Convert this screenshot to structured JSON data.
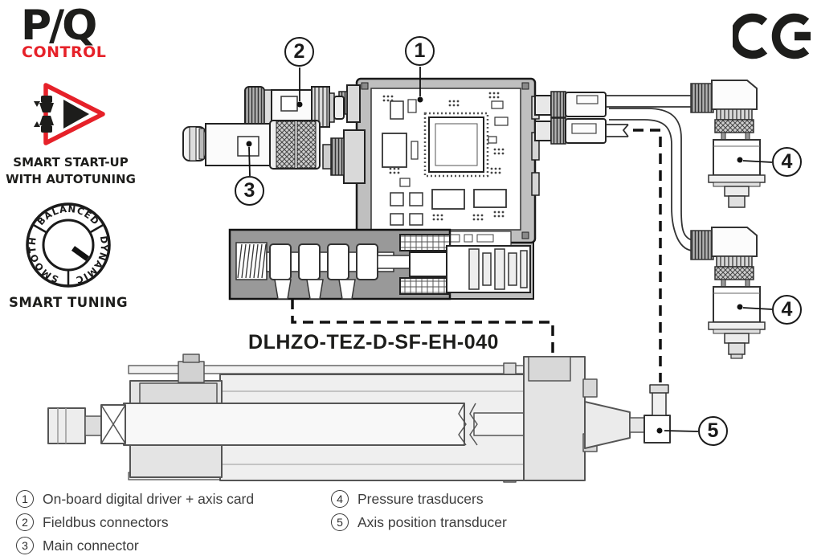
{
  "colors": {
    "accent_red": "#e62129",
    "line_dark": "#1a1a1a",
    "valve_gray": "#999999",
    "housing_gray": "#bfbfbf",
    "cylinder_gray": "#efefef"
  },
  "branding": {
    "pq_logo": {
      "line1": "P/Q",
      "line2": "CONTROL"
    },
    "smart_startup": {
      "icon": "play-triangle-plug-icon",
      "line1": "SMART START-UP",
      "line2": "WITH AUTOTUNING"
    },
    "smart_tuning": {
      "icon": "rotary-knob-icon",
      "label": "SMART TUNING",
      "positions": {
        "top": "BALANCED",
        "right": "DYNAMIC",
        "left": "SMOOTH"
      }
    },
    "certification": {
      "icon": "ce-mark-icon",
      "label": "CE"
    }
  },
  "diagram": {
    "product_code": "DLHZO-TEZ-D-SF-EH-040",
    "callout_labels": {
      "c1": "1",
      "c2": "2",
      "c3": "3",
      "c4a": "4",
      "c4b": "4",
      "c5": "5"
    }
  },
  "legend": {
    "col1": [
      {
        "num": "1",
        "label": "On-board digital driver + axis card"
      },
      {
        "num": "2",
        "label": "Fieldbus connectors"
      },
      {
        "num": "3",
        "label": "Main connector"
      }
    ],
    "col2": [
      {
        "num": "4",
        "label": "Pressure trasducers"
      },
      {
        "num": "5",
        "label": "Axis position transducer"
      }
    ]
  }
}
